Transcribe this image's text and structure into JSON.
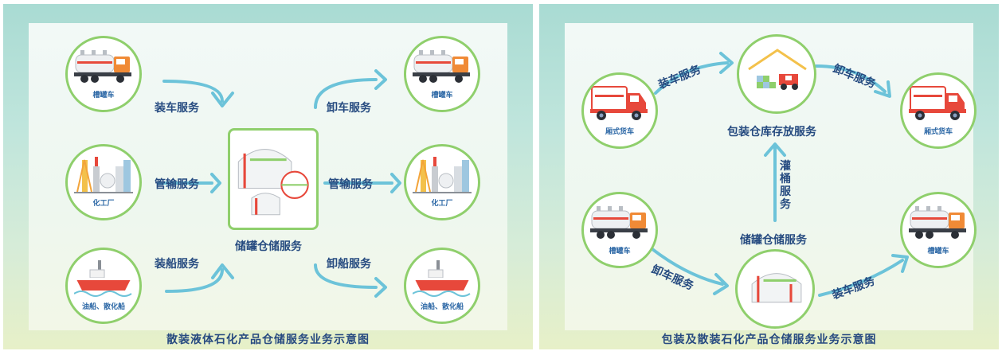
{
  "left": {
    "caption": "散装液体石化产品仓储服务业务示意图",
    "center_label": "储罐仓储服务",
    "nodes": [
      {
        "label": "槽罐车",
        "icon": "tank-truck-icon"
      },
      {
        "label": "化工厂",
        "icon": "chemical-plant-icon"
      },
      {
        "label": "油船、散化船",
        "icon": "tanker-ship-icon"
      },
      {
        "label": "槽罐车",
        "icon": "tank-truck-icon"
      },
      {
        "label": "化工厂",
        "icon": "chemical-plant-icon"
      },
      {
        "label": "油船、散化船",
        "icon": "tanker-ship-icon"
      }
    ],
    "services": {
      "in_top": "装车服务",
      "in_mid": "管输服务",
      "in_bot": "装船服务",
      "out_top": "卸车服务",
      "out_mid": "管输服务",
      "out_bot": "卸船服务"
    }
  },
  "right": {
    "caption": "包装及散装石化产品仓储服务业务示意图",
    "warehouse_label": "包装仓库存放服务",
    "tank_label": "储罐仓储服务",
    "fill_label": "灌桶服务",
    "nodes": [
      {
        "label": "厢式货车",
        "icon": "box-truck-icon"
      },
      {
        "label": "厢式货车",
        "icon": "box-truck-icon"
      },
      {
        "label": "槽罐车",
        "icon": "tank-truck-icon"
      },
      {
        "label": "槽罐车",
        "icon": "tank-truck-icon"
      }
    ],
    "services": {
      "load_top": "装车服务",
      "unload_top": "卸车服务",
      "unload_bot": "卸车服务",
      "load_bot": "装车服务"
    }
  },
  "colors": {
    "accent_green": "#8fcf6c",
    "arrow_blue": "#6cc3d9",
    "text_navy": "#264b80",
    "truck_orange": "#f08a36",
    "truck_red": "#e7483b"
  }
}
